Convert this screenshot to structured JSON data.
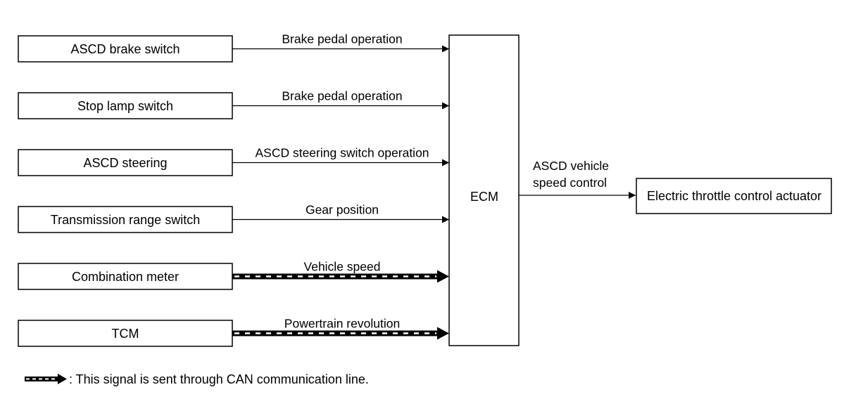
{
  "inputs": [
    {
      "source": "ASCD brake switch",
      "signal": "Brake pedal operation",
      "can": false
    },
    {
      "source": "Stop lamp switch",
      "signal": "Brake pedal operation",
      "can": false
    },
    {
      "source": "ASCD steering",
      "signal": "ASCD steering switch operation",
      "can": false
    },
    {
      "source": "Transmission range switch",
      "signal": "Gear position",
      "can": false
    },
    {
      "source": "Combination meter",
      "signal": "Vehicle speed",
      "can": true
    },
    {
      "source": "TCM",
      "signal": "Powertrain revolution",
      "can": true
    }
  ],
  "ecm": {
    "label": "ECM"
  },
  "output": {
    "signal_line1": "ASCD vehicle",
    "signal_line2": "speed control",
    "target": "Electric throttle control actuator"
  },
  "legend": {
    "text": ": This signal is sent through CAN communication line."
  }
}
